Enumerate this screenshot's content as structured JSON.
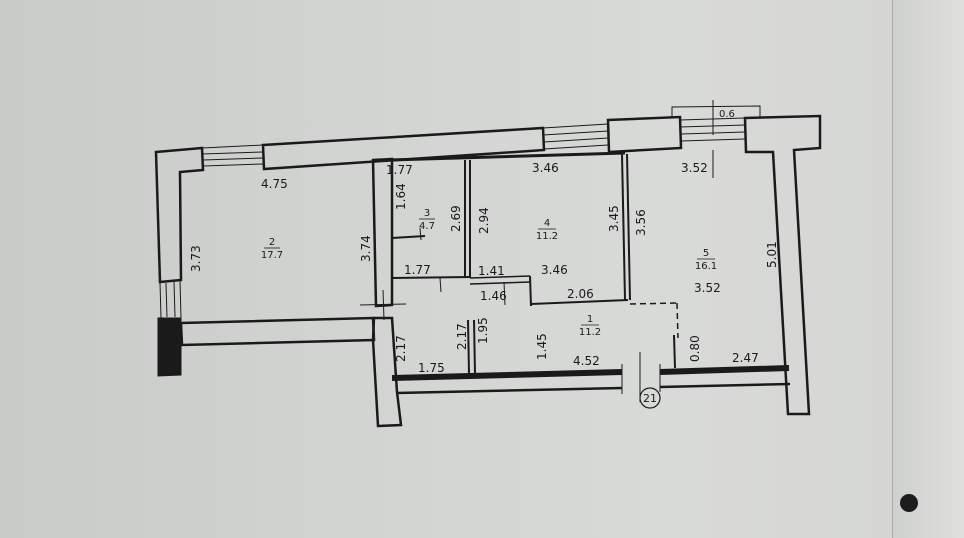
{
  "rooms": [
    {
      "number": "1",
      "area": "11.2"
    },
    {
      "number": "2",
      "area": "17.7"
    },
    {
      "number": "3",
      "area": "4.7"
    },
    {
      "number": "4",
      "area": "11.2"
    },
    {
      "number": "5",
      "area": "16.1"
    }
  ],
  "dimensions": {
    "d475": "4.75",
    "d373": "3.73",
    "d374": "3.74",
    "d177_top": "1.77",
    "d164": "1.64",
    "d269": "2.69",
    "d177_mid": "1.77",
    "d346_top": "3.46",
    "d294": "2.94",
    "d345": "3.45",
    "d141": "1.41",
    "d346_mid": "3.46",
    "d146": "1.46",
    "d206": "2.06",
    "d06": "0.6",
    "d352_top": "3.52",
    "d356": "3.56",
    "d501": "5.01",
    "d352_mid": "3.52",
    "d217_left": "2.17",
    "d217_mid": "2.17",
    "d195": "1.95",
    "d145": "1.45",
    "d175": "1.75",
    "d452": "4.52",
    "d080": "0.80",
    "d247": "2.47"
  },
  "axis_label": "21",
  "colors": {
    "ink": "#1a1a1a",
    "paper": "#d3d5d3"
  }
}
